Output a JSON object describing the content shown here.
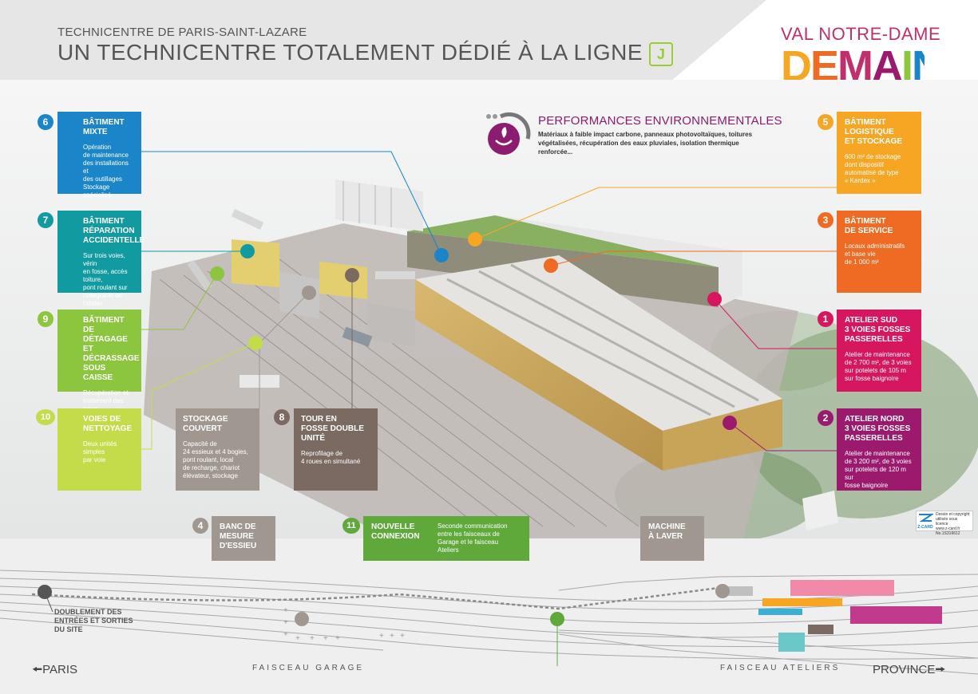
{
  "header": {
    "subtitle": "TECHNICENTRE DE PARIS-SAINT-LAZARE",
    "title": "UN TECHNICENTRE TOTALEMENT DÉDIÉ À LA LIGNE",
    "line_badge": "J"
  },
  "logo": {
    "top": "VAL NOTRE-DAME",
    "big": "DEMAIN"
  },
  "performances": {
    "title": "PERFORMANCES ENVIRONNEMENTALES",
    "description": "Matériaux à faible impact carbone, panneaux photovoltaïques, toitures végétalisées, récupération des eaux pluviales, isolation thermique renforcée..."
  },
  "cards": {
    "c6": {
      "num": "6",
      "title": "BÂTIMENT\nMIXTE",
      "desc": "Opération\nde maintenance\ndes installations et\ndes outillages\nStockage spécialisé"
    },
    "c7": {
      "num": "7",
      "title": "BÂTIMENT\nRÉPARATION\nACCIDENTELLE",
      "desc": "Sur trois voies, vérin\nen fosse, accès toiture,\npont roulant sur\nl'intégralité de l'atelier"
    },
    "c9": {
      "num": "9",
      "title": "BÂTIMENT DE\nDÉTAGAGE ET\nDÉCRASSAGE\nSOUS CAISSE",
      "desc": "Récupération et\ntraitement des eaux\nusées industrielles"
    },
    "c10": {
      "num": "10",
      "title": "VOIES DE\nNETTOYAGE",
      "desc": "Deux unités simples\npar voie"
    },
    "cstock": {
      "title": "STOCKAGE\nCOUVERT",
      "desc": "Capacité de\n24 essieux et 4 bogies,\npont roulant, local\nde recharge, chariot\nélévateur, stockage"
    },
    "c8": {
      "num": "8",
      "title": "TOUR EN\nFOSSE DOUBLE\nUNITÉ",
      "desc": "Reprofilage de\n4 roues en simultané"
    },
    "c5": {
      "num": "5",
      "title": "BÂTIMENT\nLOGISTIQUE\nET STOCKAGE",
      "desc": "600 m² de stockage\ndont dispositif\nautomatisé de type\n« Kardex »"
    },
    "c3": {
      "num": "3",
      "title": "BÂTIMENT\nDE SERVICE",
      "desc": "Locaux administratifs\net base vie\nde 1 000 m²"
    },
    "c1": {
      "num": "1",
      "title": "ATELIER SUD\n3 VOIES FOSSES\nPASSERELLES",
      "desc": "Atelier de maintenance\nde 2 700 m², de 3 voies\nsur potelets de 105 m\nsur fosse baignoire"
    },
    "c2": {
      "num": "2",
      "title": "ATELIER NORD\n3 VOIES FOSSES\nPASSERELLES",
      "desc": "Atelier de maintenance\nde 3 200 m², de 3 voies\nsur potelets de 120 m sur\nfosse baignoire"
    },
    "c4": {
      "num": "4",
      "title": "BANC DE\nMESURE\nD'ESSIEU"
    },
    "c11": {
      "num": "11",
      "title": "NOUVELLE\nCONNEXION",
      "desc": "Seconde communication\nentre les faisceaux de\nGarage et le faisceau\nAteliers"
    },
    "cmach": {
      "title": "MACHINE\nÀ LAVER"
    }
  },
  "map": {
    "doublement": "DOUBLEMENT DES\nENTRÉES ET SORTIES\nDU SITE",
    "paris": "PARIS",
    "province": "PROVINCE",
    "faisceau_garage": "FAISCEAU GARAGE",
    "faisceau_ateliers": "FAISCEAU ATELIERS"
  },
  "copyright": {
    "text": "Dessin et copyright\nutilisés sous licence\nwww.z-card.fr\nNo.1S316612",
    "brand": "Z-CARD"
  },
  "colors": {
    "blue": "#1a85c8",
    "teal": "#119a9f",
    "lime": "#8cc63f",
    "yellowgreen": "#c5dc4a",
    "green": "#5fa83a",
    "orange_light": "#f6a623",
    "orange": "#ef6a22",
    "magenta": "#d6165f",
    "purple": "#9b1a6e",
    "taupe": "#a09890",
    "brown": "#7a6a62"
  }
}
